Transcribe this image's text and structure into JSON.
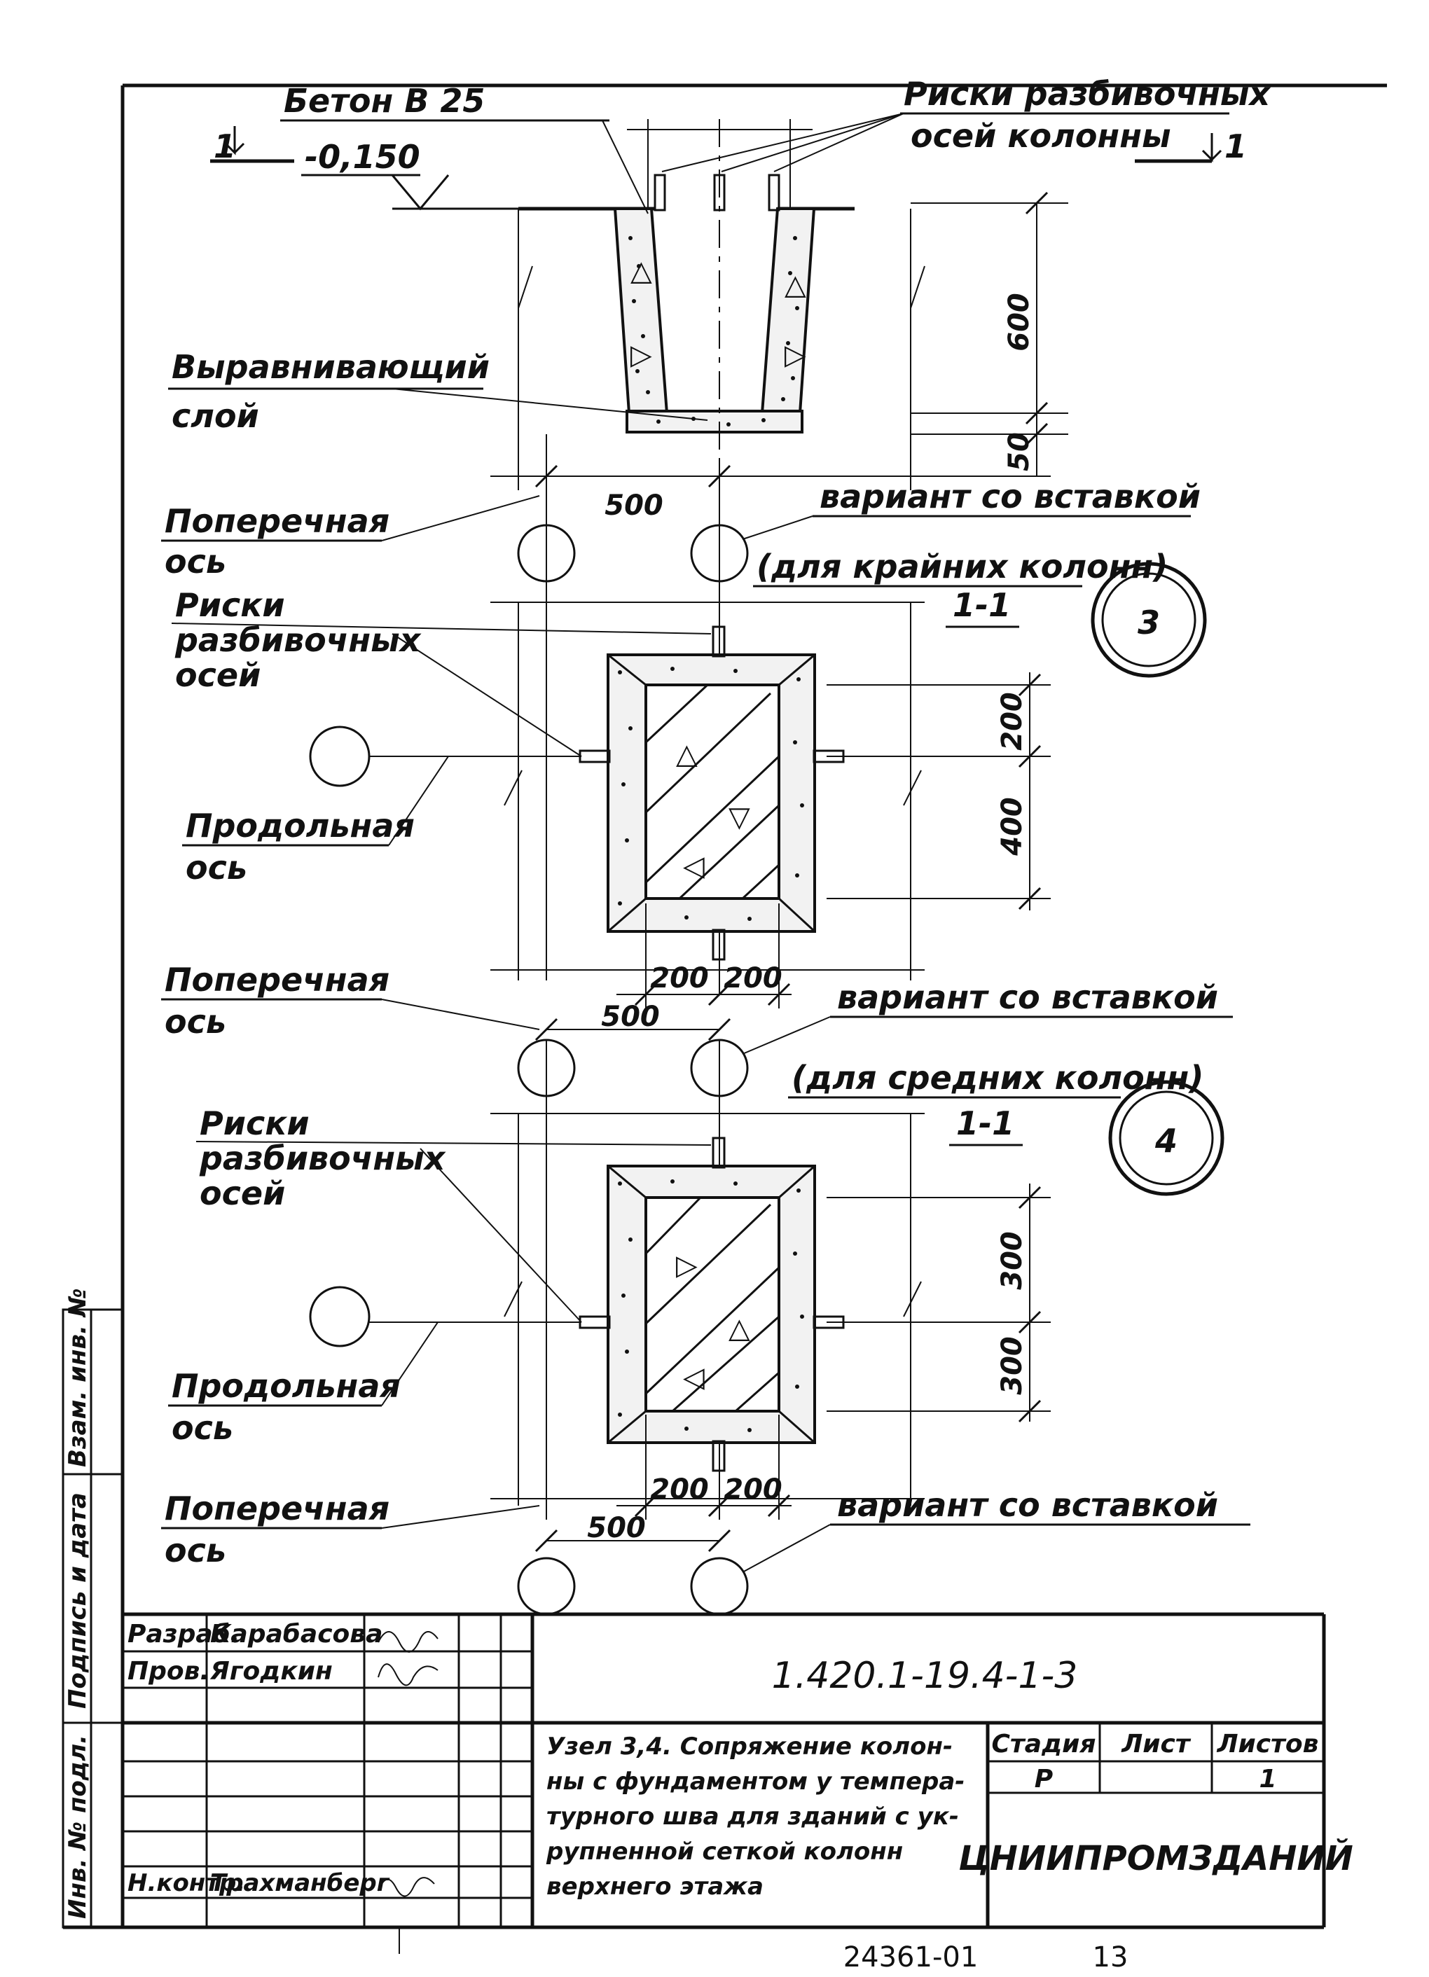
{
  "section_top": {
    "concrete": "Бетон В 25",
    "axis_marks": "Риски разбивочных",
    "axis_marks_2": "осей колонны",
    "section_marker_left": "1",
    "section_marker_right": "1",
    "elevation": "-0,150",
    "leveling_layer": "Выравнивающий",
    "leveling_layer_2": "слой",
    "dim_depth": "600",
    "dim_layer": "50",
    "dim_width": "500"
  },
  "block_3": {
    "transverse_axis": "Поперечная",
    "transverse_axis_2": "ось",
    "variant": "вариант со вставкой",
    "variant_note": "(для крайних колонн)",
    "section": "1-1",
    "node": "3",
    "axis_marks": "Риски",
    "axis_marks_2": "разбивочных",
    "axis_marks_3": "осей",
    "longitudinal_axis": "Продольная",
    "longitudinal_axis_2": "ось",
    "dim_top": "200",
    "dim_bottom": "400",
    "dim_x1": "200",
    "dim_x2": "200"
  },
  "block_4": {
    "transverse_axis": "Поперечная",
    "transverse_axis_2": "ось",
    "dim_width": "500",
    "variant": "вариант со вставкой",
    "variant_note": "(для средних колонн)",
    "section": "1-1",
    "node": "4",
    "axis_marks": "Риски",
    "axis_marks_2": "разбивочных",
    "axis_marks_3": "осей",
    "longitudinal_axis": "Продольная",
    "longitudinal_axis_2": "ось",
    "dim_top": "300",
    "dim_bottom": "300",
    "dim_x1": "200",
    "dim_x2": "200"
  },
  "bottom": {
    "transverse_axis": "Поперечная",
    "transverse_axis_2": "ось",
    "dim_width": "500",
    "variant": "вариант со вставкой"
  },
  "side_stamp": {
    "inv_no": "Инв. № подл.",
    "sign_date": "Подпись и дата",
    "replace_inv": "Взам. инв. №"
  },
  "title_block": {
    "role_1": "Разраб.",
    "name_1": "Карабасова",
    "role_2": "Пров.",
    "name_2": "Ягодкин",
    "role_3": "Н.контр.",
    "name_3": "Трахманберг",
    "code": "1.420.1-19.4-1-3",
    "desc_1": "Узел 3,4. Сопряжение колон-",
    "desc_2": "ны с фундаментом у темпера-",
    "desc_3": "турного шва для зданий с ук-",
    "desc_4": "рупненной сеткой колонн",
    "desc_5": "верхнего этажа",
    "stage_h": "Стадия",
    "sheet_h": "Лист",
    "sheets_h": "Листов",
    "stage": "Р",
    "sheets": "1",
    "org": "ЦНИИПРОМЗДАНИЙ"
  },
  "footer": {
    "number": "24361-01",
    "page": "13"
  }
}
